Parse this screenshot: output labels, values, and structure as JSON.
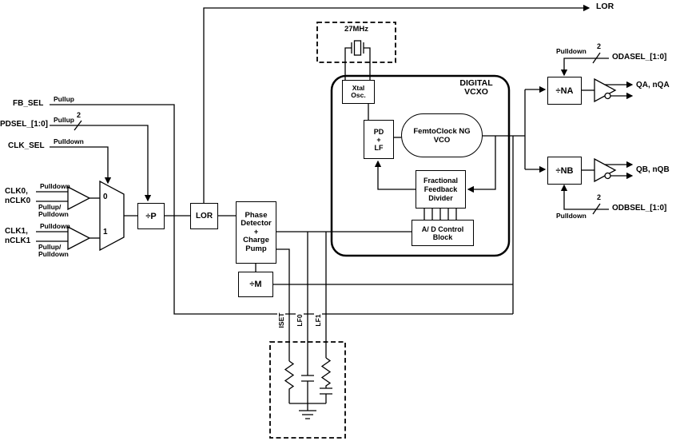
{
  "signals": {
    "lor_top": "LOR",
    "fb_sel": "FB_SEL",
    "fb_sel_pull": "Pullup",
    "pdsel": "PDSEL_[1:0]",
    "pdsel_pull": "Pullup",
    "pdsel_bus": "2",
    "clk_sel": "CLK_SEL",
    "clk_sel_pull": "Pulldown",
    "clk0": "CLK0,\nnCLK0",
    "clk0_pull_top": "Pulldown",
    "clk0_pull_bottom": "Pullup/\nPulldown",
    "clk1": "CLK1,\nnCLK1",
    "clk1_pull_top": "Pulldown",
    "clk1_pull_bottom": "Pullup/\nPulldown"
  },
  "mux": {
    "in0": "0",
    "in1": "1"
  },
  "crystal": {
    "freq": "27MHz"
  },
  "blocks": {
    "div_p": "÷P",
    "lor": "LOR",
    "phase_detector": "Phase\nDetector\n+\nCharge\nPump",
    "div_m": "÷M",
    "xtal_osc": "Xtal\nOsc.",
    "pd_lf": "PD\n+\nLF",
    "vco": "FemtoClock NG\nVCO",
    "vcxo_title": "DIGITAL\nVCXO",
    "frac_divider": "Fractional\nFeedback\nDivider",
    "ad_control": "A/ D Control\nBlock",
    "div_na": "÷NA",
    "div_nb": "÷NB"
  },
  "pins": {
    "iset": "ISET",
    "lf0": "LF0",
    "lf1": "LF1"
  },
  "outputs": {
    "qa": "QA, nQA",
    "qb": "QB, nQB",
    "odasel": "ODASEL_[1:0]",
    "odasel_pull": "Pulldown",
    "odasel_bus": "2",
    "odbsel": "ODBSEL_[1:0]",
    "odbsel_pull": "Pulldown",
    "odbsel_bus": "2"
  }
}
